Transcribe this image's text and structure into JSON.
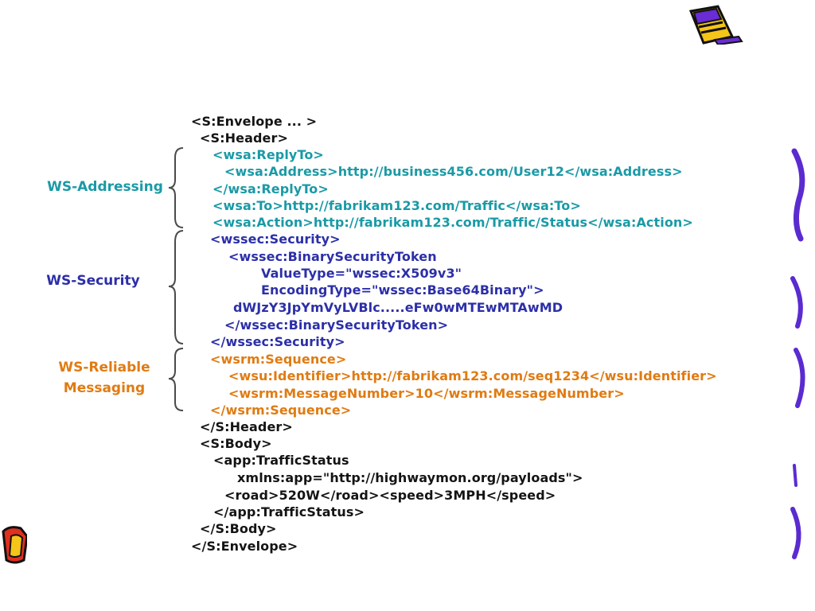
{
  "colors": {
    "text": "#141414",
    "addressing": "#1a9aa6",
    "security": "#2c2fa8",
    "reliable": "#e07b12",
    "brace": "#4a4a4a",
    "deco_purple": "#6a2cd4",
    "deco_yellow": "#f5c518",
    "deco_red": "#e0301e"
  },
  "labels": {
    "addressing": "WS-Addressing",
    "security": "WS-Security",
    "reliable_line1": "WS-Reliable",
    "reliable_line2": "Messaging"
  },
  "code": {
    "l01": "<S:Envelope ... >",
    "l02": "<S:Header>",
    "l03": "<wsa:ReplyTo>",
    "l04": "<wsa:Address>http://business456.com/User12</wsa:Address>",
    "l05": "</wsa:ReplyTo>",
    "l06": "<wsa:To>http://fabrikam123.com/Traffic</wsa:To>",
    "l07": "<wsa:Action>http://fabrikam123.com/Traffic/Status</wsa:Action>",
    "l08": "<wssec:Security>",
    "l09": "<wssec:BinarySecurityToken",
    "l10": "ValueType=\"wssec:X509v3\"",
    "l11": "EncodingType=\"wssec:Base64Binary\">",
    "l12": "dWJzY3JpYmVyLVBlc.....eFw0wMTEwMTAwMD",
    "l13": "</wssec:BinarySecurityToken>",
    "l14": "</wssec:Security>",
    "l15": "<wsrm:Sequence>",
    "l16": "<wsu:Identifier>http://fabrikam123.com/seq1234</wsu:Identifier>",
    "l17": "<wsrm:MessageNumber>10</wsrm:MessageNumber>",
    "l18": "</wsrm:Sequence>",
    "l19": "</S:Header>",
    "l20": "<S:Body>",
    "l21": "<app:TrafficStatus",
    "l22": "xmlns:app=\"http://highwaymon.org/payloads\">",
    "l23": "<road>520W</road><speed>3MPH</speed>",
    "l24": "</app:TrafficStatus>",
    "l25": "</S:Body>",
    "l26": "</S:Envelope>"
  },
  "icons": {
    "top_right": "notepad-pencil-icon",
    "bottom_left": "notepad-corner-icon",
    "right_edge": "purple-swirl-decoration"
  }
}
